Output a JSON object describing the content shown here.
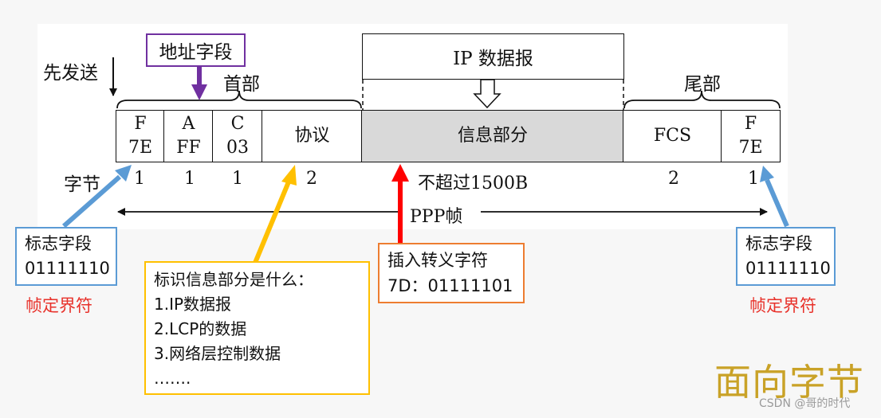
{
  "first_sent_label": "先发送",
  "address_callout": "地址字段",
  "header_label": "首部",
  "trailer_label": "尾部",
  "ip_datagram_label": "IP 数据报",
  "bytes_label": "字节",
  "frame_label": "PPP帧",
  "fields": [
    {
      "line1": "F",
      "line2": "7E",
      "bytes": "1"
    },
    {
      "line1": "A",
      "line2": "FF",
      "bytes": "1"
    },
    {
      "line1": "C",
      "line2": "03",
      "bytes": "1"
    },
    {
      "line1": "协议",
      "line2": "",
      "bytes": "2"
    },
    {
      "line1": "信息部分",
      "line2": "",
      "bytes": "不超过1500B"
    },
    {
      "line1": "FCS",
      "line2": "",
      "bytes": "2"
    },
    {
      "line1": "F",
      "line2": "7E",
      "bytes": "1"
    }
  ],
  "left_flag": {
    "title": "标志字段",
    "value": "01111110",
    "caption": "帧定界符"
  },
  "right_flag": {
    "title": "标志字段",
    "value": "01111110",
    "caption": "帧定界符"
  },
  "escape_box": {
    "title": "插入转义字符",
    "value": "7D：01111101"
  },
  "protocol_box": {
    "title": "标识信息部分是什么：",
    "items": [
      "1.IP数据报",
      "2.LCP的数据",
      "3.网络层控制数据",
      "……."
    ]
  },
  "logo": "面向字节",
  "watermark": "CSDN @哥的时代",
  "colors": {
    "blue": "#5b9bd5",
    "purple": "#7030a0",
    "orange": "#ffc000",
    "red": "#ff0000",
    "redText": "#e8312a",
    "coral": "#ed7d31"
  }
}
